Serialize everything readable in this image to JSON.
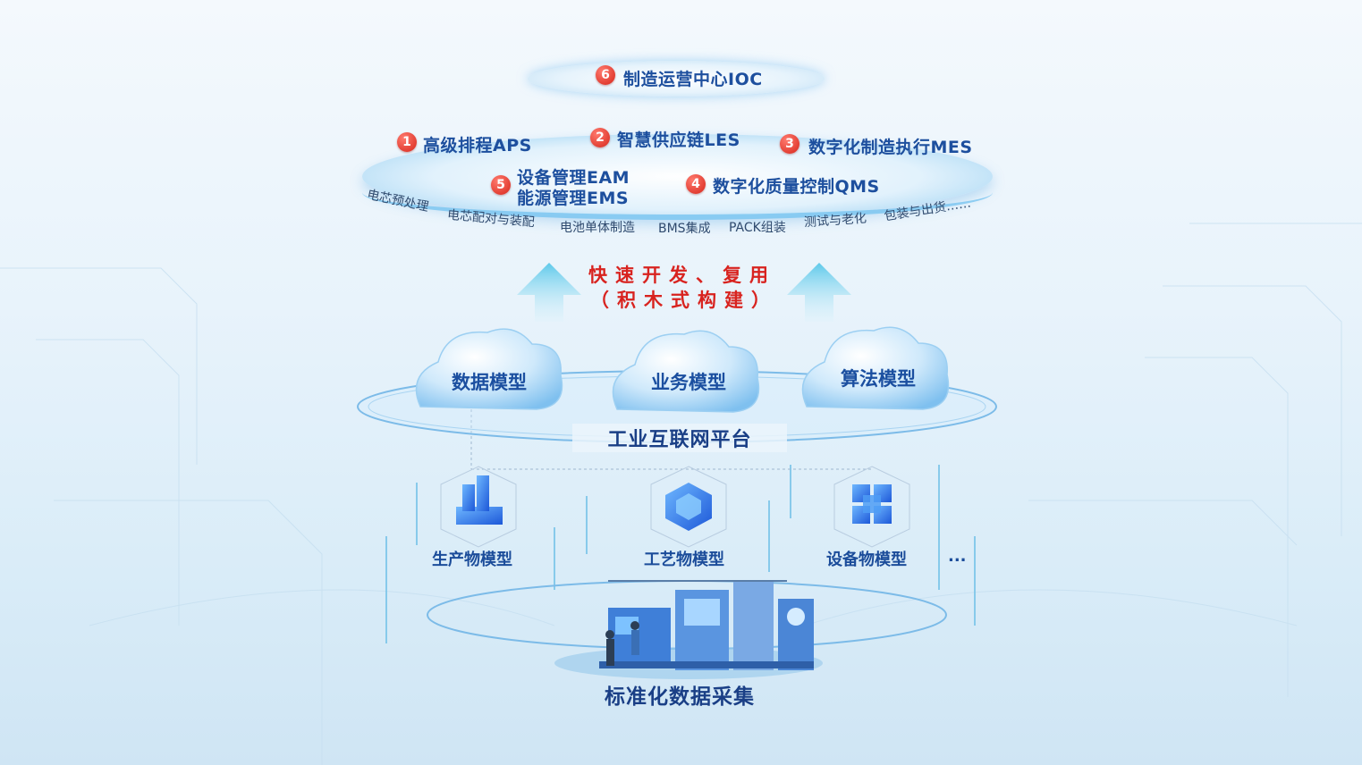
{
  "top": {
    "ioc": {
      "num": "6",
      "label": "制造运营中心IOC"
    }
  },
  "systems": [
    {
      "num": "1",
      "label": "高级排程APS"
    },
    {
      "num": "2",
      "label": "智慧供应链LES"
    },
    {
      "num": "3",
      "label": "数字化制造执行MES"
    },
    {
      "num": "5",
      "label_line1": "设备管理EAM",
      "label_line2": "能源管理EMS"
    },
    {
      "num": "4",
      "label": "数字化质量控制QMS"
    }
  ],
  "processes": [
    "电芯预处理",
    "电芯配对与装配",
    "电池单体制造",
    "BMS集成",
    "PACK组装",
    "测试与老化",
    "包装与出货……"
  ],
  "slogan": {
    "line1": "快速开发、复用",
    "line2": "（积木式构建）"
  },
  "clouds": [
    "数据模型",
    "业务模型",
    "算法模型"
  ],
  "platform": {
    "title": "工业互联网平台"
  },
  "models": [
    "生产物模型",
    "工艺物模型",
    "设备物模型",
    "..."
  ],
  "bottom": {
    "title": "标准化数据采集"
  },
  "colors": {
    "accent_blue": "#1d4f9e",
    "badge_red": "#d7261b",
    "slogan_red": "#d8231f"
  }
}
